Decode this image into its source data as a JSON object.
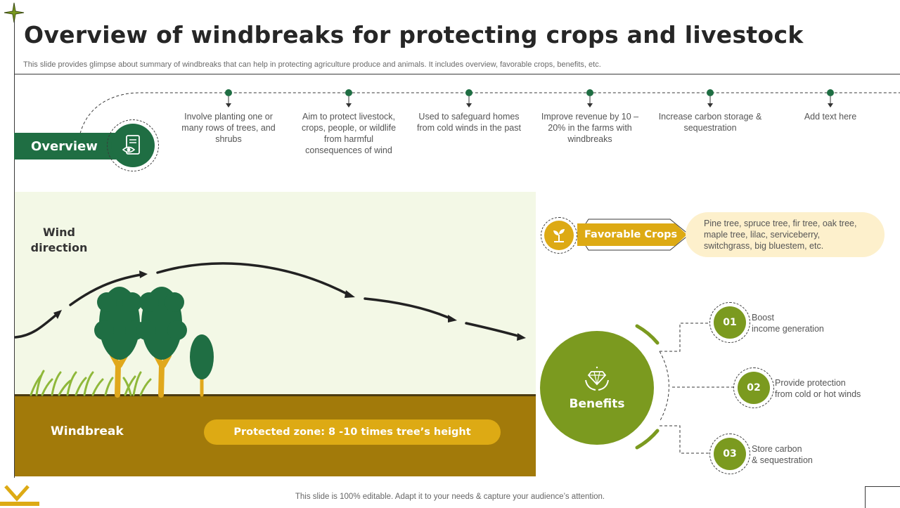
{
  "title": "Overview of windbreaks for protecting crops and livestock",
  "subtitle": "This slide provides glimpse about summary of windbreaks that can help in protecting agriculture produce and animals. It includes overview, favorable crops, benefits, etc.",
  "overview": {
    "label": "Overview",
    "icon": "scroll-eye-icon",
    "items": [
      "Involve  planting one or many rows of trees, and shrubs",
      "Aim to protect livestock, crops, people, or wildlife from harmful consequences of wind",
      "Used to safeguard homes from cold winds in the past",
      "Improve  revenue  by 10 – 20% in the farms with windbreaks",
      "Increase carbon storage & sequestration",
      "Add text here"
    ]
  },
  "diagram": {
    "wind_label": "Wind direction",
    "windbreak_label": "Windbreak",
    "protected_zone": "Protected zone: 8 -10 times tree’s height"
  },
  "favorable_crops": {
    "label": "Favorable Crops",
    "icon": "sprout-icon",
    "text": "Pine tree, spruce tree, fir tree, oak tree, maple tree, lilac, serviceberry, switchgrass, big bluestem, etc."
  },
  "benefits": {
    "label": "Benefits",
    "icon": "diamond-hands-icon",
    "items": [
      {
        "num": "01",
        "text": "Boost\nincome generation"
      },
      {
        "num": "02",
        "text": "Provide  protection\nfrom cold or hot winds"
      },
      {
        "num": "03",
        "text": "Store carbon\n& sequestration"
      }
    ]
  },
  "footer": "This slide is 100% editable. Adapt it to your needs & capture your audience’s attention.",
  "colors": {
    "dark_green": "#1f6e43",
    "olive": "#7b9a1f",
    "gold": "#ddaa14",
    "soil": "#a27a0a",
    "panel": "#f3f8e6",
    "pill": "#fdf0cc"
  }
}
